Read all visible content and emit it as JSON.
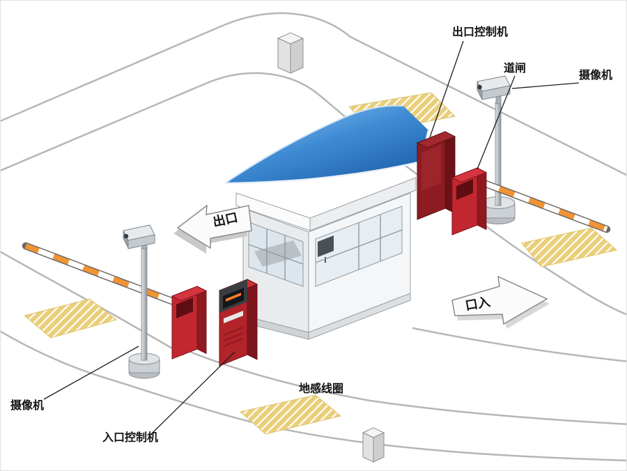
{
  "labels": {
    "exit_controller": "出口控制机",
    "barrier_gate": "道闸",
    "camera_right": "摄像机",
    "camera_left": "摄像机",
    "entry_controller": "入口控制机",
    "ground_coil": "地感线圈",
    "exit_direction": "出口",
    "entry_direction": "口入"
  },
  "colors": {
    "roof_blue": "#2d7ac8",
    "machine_red": "#c22730",
    "machine_dark_red": "#8c1c22",
    "coil_yellow": "#eace79",
    "arm_orange": "#f29433",
    "road_line_gray": "#b6b6b6",
    "label_black": "#141414"
  }
}
